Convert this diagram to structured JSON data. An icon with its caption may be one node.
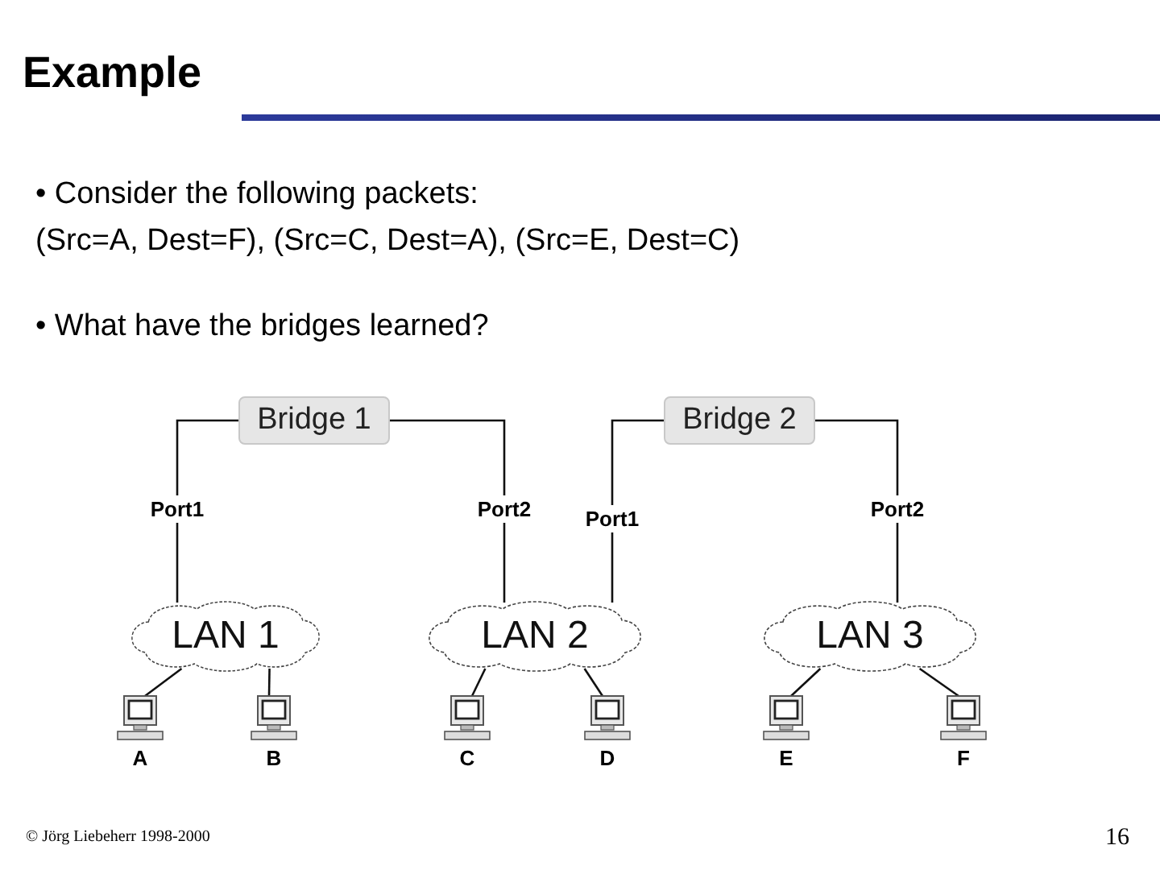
{
  "diagram": {
    "title": "Example",
    "nodes": [
      {
        "text": [
          "Bridge 1"
        ]
      },
      {
        "text": [
          "Bridge 2"
        ]
      },
      {
        "text": [
          "LAN 1"
        ]
      },
      {
        "text": [
          "LAN 2"
        ]
      },
      {
        "text": [
          "LAN 3"
        ]
      },
      {
        "text": [
          "A"
        ]
      },
      {
        "text": [
          "B"
        ]
      },
      {
        "text": [
          "C"
        ]
      },
      {
        "text": [
          "D"
        ]
      },
      {
        "text": [
          "E"
        ]
      },
      {
        "text": [
          "F"
        ]
      }
    ],
    "edges": [
      {
        "from": 0,
        "to": 2,
        "arrow": "none",
        "label": "Port1"
      },
      {
        "from": 0,
        "to": 3,
        "arrow": "none",
        "label": "Port2"
      },
      {
        "from": 1,
        "to": 3,
        "arrow": "none",
        "label": "Port1"
      },
      {
        "from": 1,
        "to": 4,
        "arrow": "none",
        "label": "Port2"
      },
      {
        "from": 2,
        "to": 5,
        "arrow": "none"
      },
      {
        "from": 2,
        "to": 6,
        "arrow": "none"
      },
      {
        "from": 3,
        "to": 7,
        "arrow": "none"
      },
      {
        "from": 3,
        "to": 8,
        "arrow": "none"
      },
      {
        "from": 4,
        "to": 9,
        "arrow": "none"
      },
      {
        "from": 4,
        "to": 10,
        "arrow": "none"
      }
    ],
    "labels": [
      "• Consider the following packets:",
      "(Src=A, Dest=F), (Src=C, Dest=A), (Src=E, Dest=C)",
      "• What have the bridges learned?",
      "© Jörg Liebeherr 1998-2000",
      "16"
    ]
  }
}
